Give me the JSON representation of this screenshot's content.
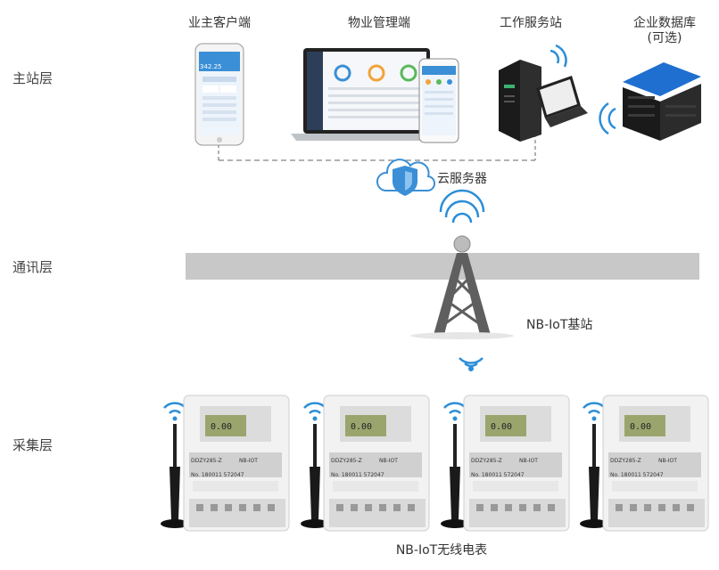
{
  "layers": {
    "master": "主站层",
    "comm": "通讯层",
    "collect": "采集层"
  },
  "nodes": {
    "owner_client": "业主客户端",
    "property_client": "物业管理端",
    "workstation": "工作服务站",
    "database_line1": "企业数据库",
    "database_line2": "(可选)",
    "cloud": "云服务器",
    "base_station": "NB-IoT基站",
    "meter": "NB-IoT无线电表"
  },
  "meter_face": {
    "display": "0.00",
    "serial": "No. 180011 572047",
    "brand": "NB-IOT",
    "model": "DDZY285-Z"
  },
  "phone_screen": {
    "reading": "342.25"
  },
  "colors": {
    "band": "#c8c8c8",
    "wifi": "#2b8ed8",
    "cloud": "#3a8fd6",
    "tower": "#666666",
    "meter_lcd": "#9aa56e"
  }
}
